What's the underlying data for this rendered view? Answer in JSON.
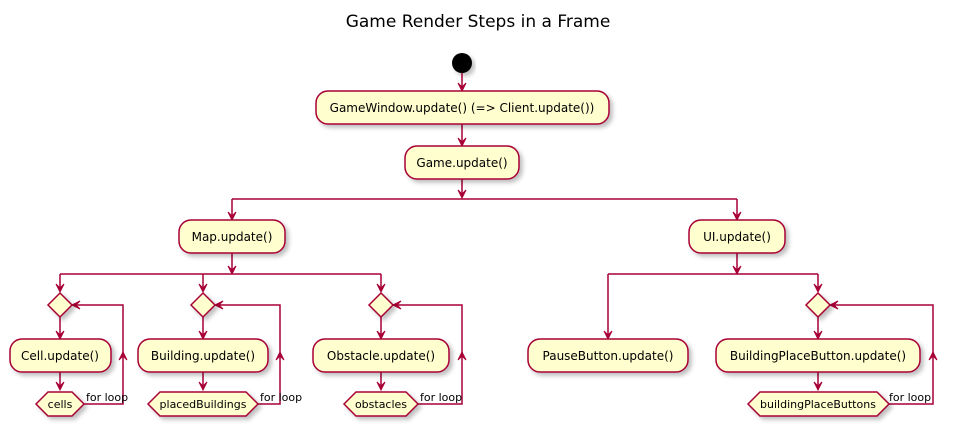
{
  "title": "Game Render Steps in a Frame",
  "nodes": {
    "game_window_update": "GameWindow.update() (=> Client.update())",
    "game_update": "Game.update()",
    "map_update": "Map.update()",
    "ui_update": "UI.update()",
    "cell_update": "Cell.update()",
    "building_update": "Building.update()",
    "obstacle_update": "Obstacle.update()",
    "pause_button_update": "PauseButton.update()",
    "building_place_button_update": "BuildingPlaceButton.update()"
  },
  "loops": {
    "cells": "cells",
    "placed_buildings": "placedBuildings",
    "obstacles": "obstacles",
    "building_place_buttons": "buildingPlaceButtons"
  },
  "loop_label": "for loop",
  "colors": {
    "node_fill": "#FEFECE",
    "border": "#A80036",
    "start": "#000000"
  }
}
